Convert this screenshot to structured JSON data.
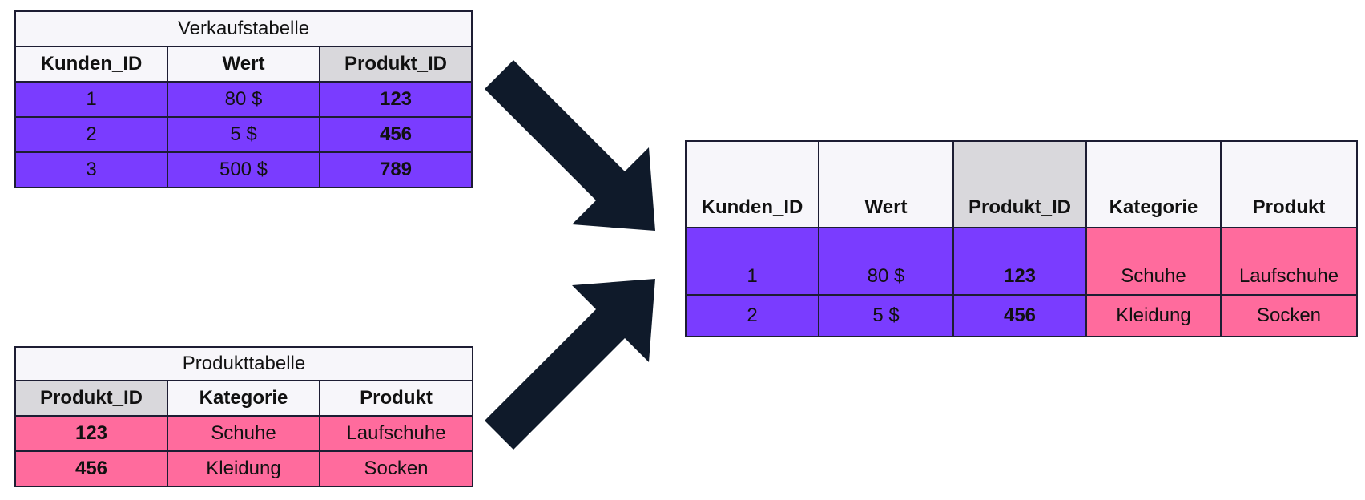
{
  "sales_table": {
    "title": "Verkaufstabelle",
    "headers": [
      "Kunden_ID",
      "Wert",
      "Produkt_ID"
    ],
    "rows": [
      [
        "1",
        "80 $",
        "123"
      ],
      [
        "2",
        "5 $",
        "456"
      ],
      [
        "3",
        "500 $",
        "789"
      ]
    ]
  },
  "product_table": {
    "title": "Produkttabelle",
    "headers": [
      "Produkt_ID",
      "Kategorie",
      "Produkt"
    ],
    "rows": [
      [
        "123",
        "Schuhe",
        "Laufschuhe"
      ],
      [
        "456",
        "Kleidung",
        "Socken"
      ]
    ]
  },
  "result_table": {
    "headers": [
      "Kunden_ID",
      "Wert",
      "Produkt_ID",
      "Kategorie",
      "Produkt"
    ],
    "rows": [
      [
        "1",
        "80 $",
        "123",
        "Schuhe",
        "Laufschuhe"
      ],
      [
        "2",
        "5 $",
        "456",
        "Kleidung",
        "Socken"
      ]
    ]
  },
  "colors": {
    "sales_rows": "#7a3cff",
    "product_rows": "#ff6b9d",
    "header_light": "#f7f6fa",
    "header_key": "#d9d8dc",
    "arrow": "#0f1a2a"
  },
  "icons": {
    "arrow_top": "arrow-down-right-icon",
    "arrow_bottom": "arrow-up-right-icon"
  }
}
